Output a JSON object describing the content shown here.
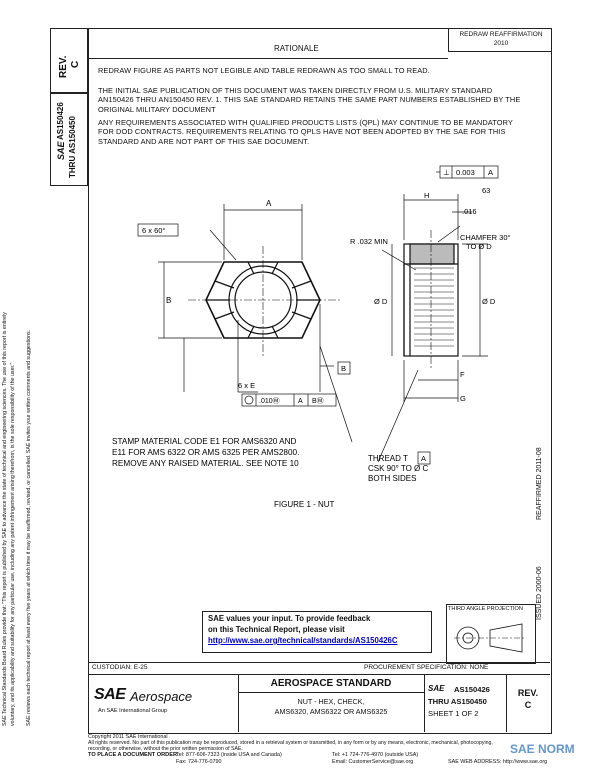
{
  "header": {
    "rev_label": "REV.",
    "rev_value": "C",
    "doc_number_top": "AS150426",
    "doc_number_bottom": "THRU AS150450",
    "sae_mark": "SAE",
    "reaffirm_line1": "REDRAW  REAFFIRMATION",
    "reaffirm_line2": "2010",
    "rationale_title": "RATIONALE"
  },
  "rationale": {
    "p1": "REDRAW FIGURE AS PARTS NOT LEGIBLE AND TABLE REDRAWN AS TOO SMALL TO READ.",
    "p2": "THE INITIAL SAE PUBLICATION OF THIS DOCUMENT WAS TAKEN DIRECTLY FROM U.S. MILITARY STANDARD AN150426 THRU AN150450 REV. 1. THIS SAE STANDARD RETAINS THE SAME PART NUMBERS ESTABLISHED BY THE ORIGINAL MILITARY DOCUMENT",
    "p3": "ANY REQUIREMENTS ASSOCIATED WITH QUALIFIED PRODUCTS LISTS (QPL) MAY CONTINUE TO BE MANDATORY FOR DOD CONTRACTS. REQUIREMENTS RELATING TO QPLS HAVE NOT BEEN ADOPTED BY THE SAE FOR THIS STANDARD AND ARE NOT PART OF THIS SAE DOCUMENT."
  },
  "figure": {
    "tol_top_sym": "⊥",
    "tol_top_val": "0.003",
    "tol_top_ref": "A",
    "dim_63": "63",
    "dim_h": "H",
    "dim_016": ".016",
    "dim_a": "A",
    "dim_6x60": "6 x 60°",
    "dim_b": "B",
    "dim_od_left": "Ø D",
    "dim_od_right": "Ø D",
    "radius_note": "R .032 MIN",
    "chamfer_note": "CHAMFER 30°",
    "chamfer_note2": "TO Ø D",
    "datum_b": "B",
    "dim_6xe": "6 x E",
    "pos_tol_val": ".010Ⓜ",
    "pos_tol_a": "A",
    "pos_tol_b": "BⓂ",
    "dim_f": "F",
    "dim_g": "G",
    "stamp_note_l1": "STAMP MATERIAL CODE E1 FOR AMS6320 AND",
    "stamp_note_l2": "E11 FOR AMS 6322 OR AMS 6325 PER AMS2800.",
    "stamp_note_l3": "REMOVE ANY RAISED MATERIAL. SEE NOTE 10",
    "thread_label": "THREAD T",
    "thread_datum": "A",
    "thread_csk": "CSK 90° TO Ø C",
    "thread_both": "BOTH SIDES",
    "caption": "FIGURE 1 - NUT"
  },
  "right_margin": {
    "reaffirmed": "REAFFIRMED 2011-08",
    "issued": "ISSUED 2000-06"
  },
  "feedback": {
    "line1": "SAE values your input. To provide feedback",
    "line2": "on this Technical Report, please visit",
    "url": "http://www.sae.org/technical/standards/AS150426C"
  },
  "projection_label": "THIRD ANGLE PROJECTION",
  "title_block": {
    "custodian": "CUSTODIAN: E-25",
    "procurement": "PROCUREMENT SPECIFICATION: NONE",
    "logo_sae": "SAE",
    "logo_aero": "Aerospace",
    "logo_sub": "An SAE International Group",
    "standard_title": "AEROSPACE STANDARD",
    "part_title_l1": "NUT - HEX, CHECK,",
    "part_title_l2": "AMS6320, AMS6322 OR AMS6325",
    "sae_small": "SAE",
    "doc_a": "AS150426",
    "doc_b": "THRU AS150450",
    "sheet": "SHEET 1 OF 2",
    "rev_label": "REV.",
    "rev_value": "C"
  },
  "left_margin": {
    "line1": "SAE Technical Standards Board Rules provide that: \"This report is published by SAE to advance the state of technical and engineering sciences. The use of this report is entirely",
    "line2": "voluntary, and its applicability and suitability for any particular use, including any patent infringement arising therefrom, is the sole responsibility of the user.\"",
    "line3": "SAE reviews each technical report at least every five years at which time it may be reaffirmed, revised, or cancelled. SAE invites your written comments and suggestions."
  },
  "footer": {
    "copyright": "Copyright 2011 SAE International",
    "rights1": "All rights reserved. No part of this publication may be reproduced, stored in a retrieval system or transmitted, in any form or by any means, electronic, mechanical, photocopying,",
    "rights2": "recording, or otherwise, without the prior written permission of SAE.",
    "order_label": "TO PLACE A DOCUMENT ORDER:",
    "tel1": "Tel: 877-606-7323 (inside USA and Canada)",
    "tel2": "Tel: +1 724-776-4970 (outside USA)",
    "fax": "Fax: 724-776-0790",
    "email": "Email: CustomerService@sae.org",
    "web": "SAE WEB ADDRESS: http://www.sae.org",
    "watermark": "SAE NORM"
  }
}
